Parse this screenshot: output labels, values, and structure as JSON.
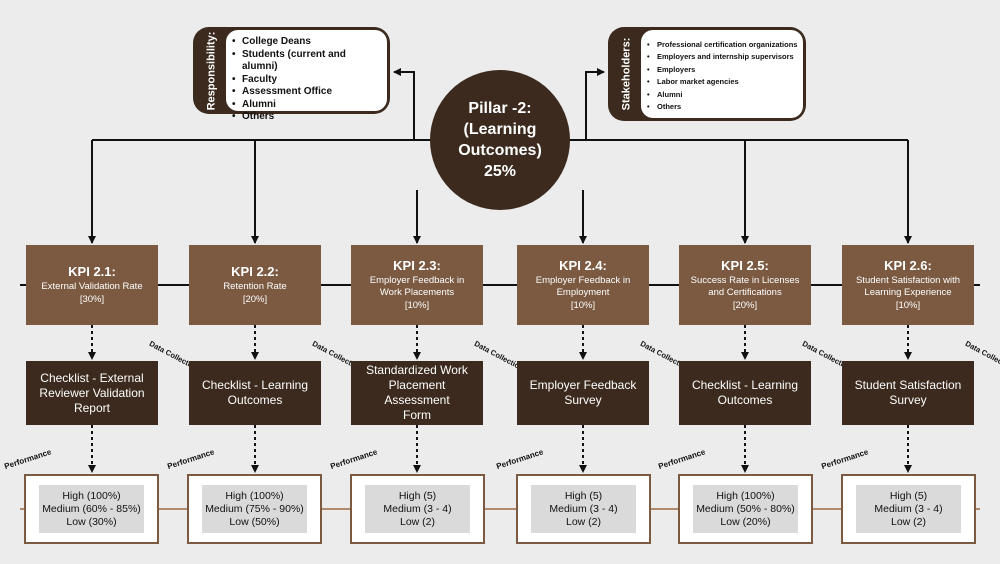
{
  "responsibility": {
    "label": "Responsibility:",
    "items": [
      "College Deans",
      "Students (current and alumni)",
      "Faculty",
      "Assessment Office",
      "Alumni",
      "Others"
    ]
  },
  "stakeholders": {
    "label": "Stakeholders:",
    "items": [
      "Professional certification organizations",
      "Employers and internship supervisors",
      "Employers",
      "Labor market agencies",
      "Alumni",
      "Others"
    ]
  },
  "pillar": {
    "line1": "Pillar -2:",
    "line2": "(Learning",
    "line3": "Outcomes)",
    "weight": "25%"
  },
  "data_collection_label": "Data Collection Tool:",
  "performance_label": "Performance",
  "kpis": [
    {
      "title": "KPI 2.1:",
      "desc": [
        "External Validation Rate"
      ],
      "weight": "[30%]",
      "tool": [
        "Checklist - External",
        "Reviewer Validation",
        "Report"
      ],
      "perf": [
        "High (100%)",
        "Medium (60% - 85%)",
        "Low (30%)"
      ]
    },
    {
      "title": "KPI 2.2:",
      "desc": [
        "Retention Rate"
      ],
      "weight": "[20%]",
      "tool": [
        "Checklist - Learning",
        "Outcomes"
      ],
      "perf": [
        "High (100%)",
        "Medium (75% - 90%)",
        "Low (50%)"
      ]
    },
    {
      "title": "KPI 2.3:",
      "desc": [
        "Employer Feedback in",
        "Work Placements"
      ],
      "weight": "[10%]",
      "tool": [
        "Standardized Work",
        "Placement Assessment",
        "Form"
      ],
      "perf": [
        "High (5)",
        "Medium (3 - 4)",
        "Low (2)"
      ]
    },
    {
      "title": "KPI 2.4:",
      "desc": [
        "Employer Feedback in",
        "Employment"
      ],
      "weight": "[10%]",
      "tool": [
        "Employer Feedback",
        "Survey"
      ],
      "perf": [
        "High (5)",
        "Medium (3 - 4)",
        "Low (2)"
      ]
    },
    {
      "title": "KPI 2.5:",
      "desc": [
        "Success Rate in Licenses",
        "and Certifications"
      ],
      "weight": "[20%]",
      "tool": [
        "Checklist - Learning",
        "Outcomes"
      ],
      "perf": [
        "High (100%)",
        "Medium (50% - 80%)",
        "Low (20%)"
      ]
    },
    {
      "title": "KPI 2.6:",
      "desc": [
        "Student Satisfaction with",
        "Learning Experience"
      ],
      "weight": "[10%]",
      "tool": [
        "Student Satisfaction",
        "Survey"
      ],
      "perf": [
        "High (5)",
        "Medium (3 - 4)",
        "Low (2)"
      ]
    }
  ],
  "colors": {
    "dark_brown": "#3b2a1d",
    "medium_brown": "#7b5a41",
    "background": "#ececec",
    "perf_inner": "#dadada"
  }
}
